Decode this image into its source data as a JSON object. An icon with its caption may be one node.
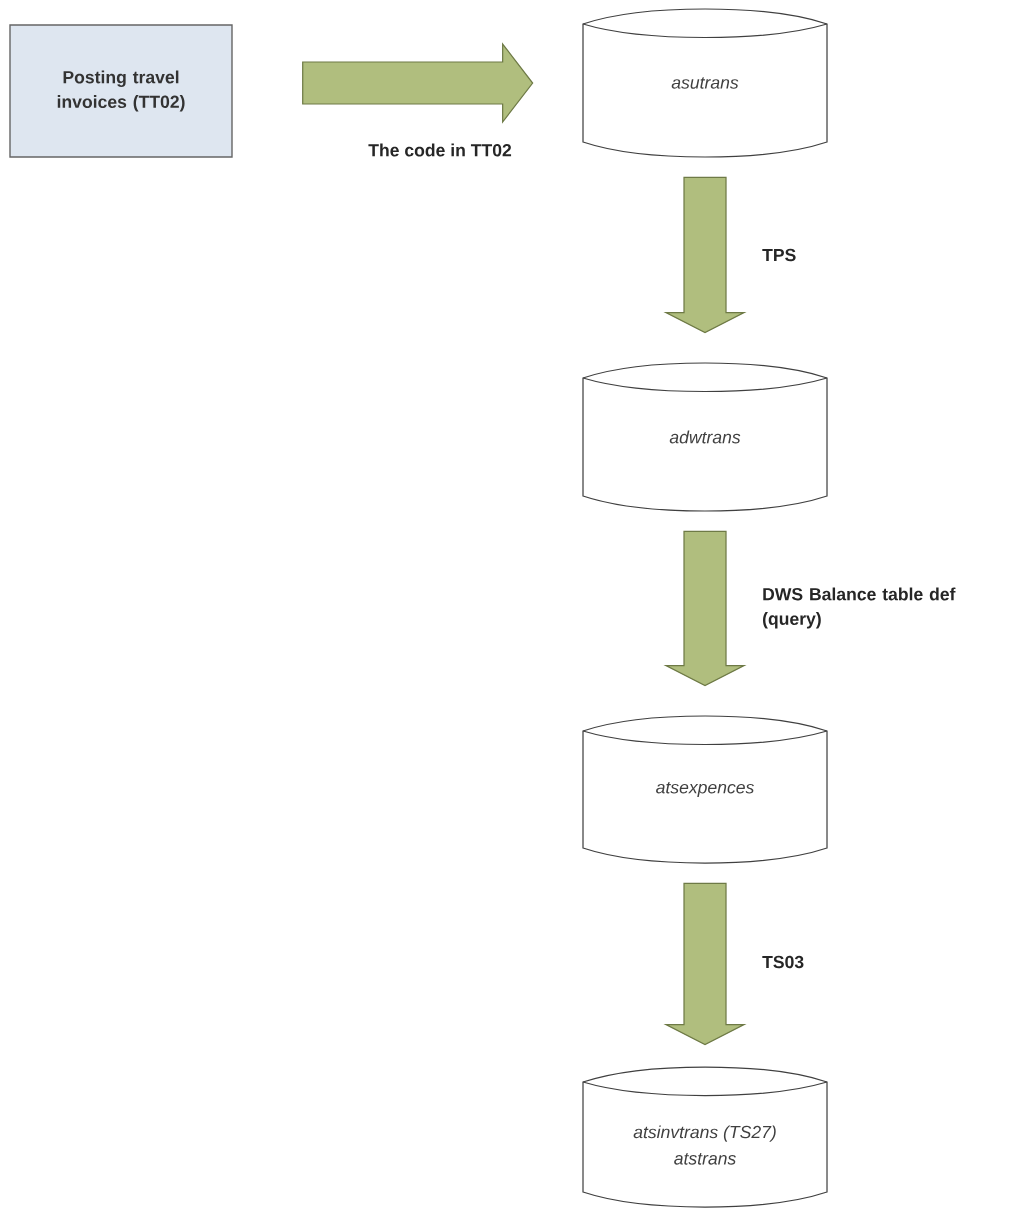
{
  "diagram": {
    "nodes": [
      {
        "text": [
          "Posting travel invoices (TT02)"
        ]
      },
      {
        "text": [
          "asutrans"
        ]
      },
      {
        "text": [
          "adwtrans"
        ]
      },
      {
        "text": [
          "atsexpences"
        ]
      },
      {
        "text": [
          "atsinvtrans (TS27)",
          "atstrans"
        ]
      }
    ],
    "edges": [
      {
        "from": 0,
        "to": 1,
        "arrow": "to",
        "label": "The code in TT02"
      },
      {
        "from": 1,
        "to": 2,
        "arrow": "to",
        "label": "TPS"
      },
      {
        "from": 2,
        "to": 3,
        "arrow": "to",
        "label": "DWS Balance table def (query)"
      },
      {
        "from": 3,
        "to": 4,
        "arrow": "to",
        "label": "TS03"
      }
    ]
  }
}
